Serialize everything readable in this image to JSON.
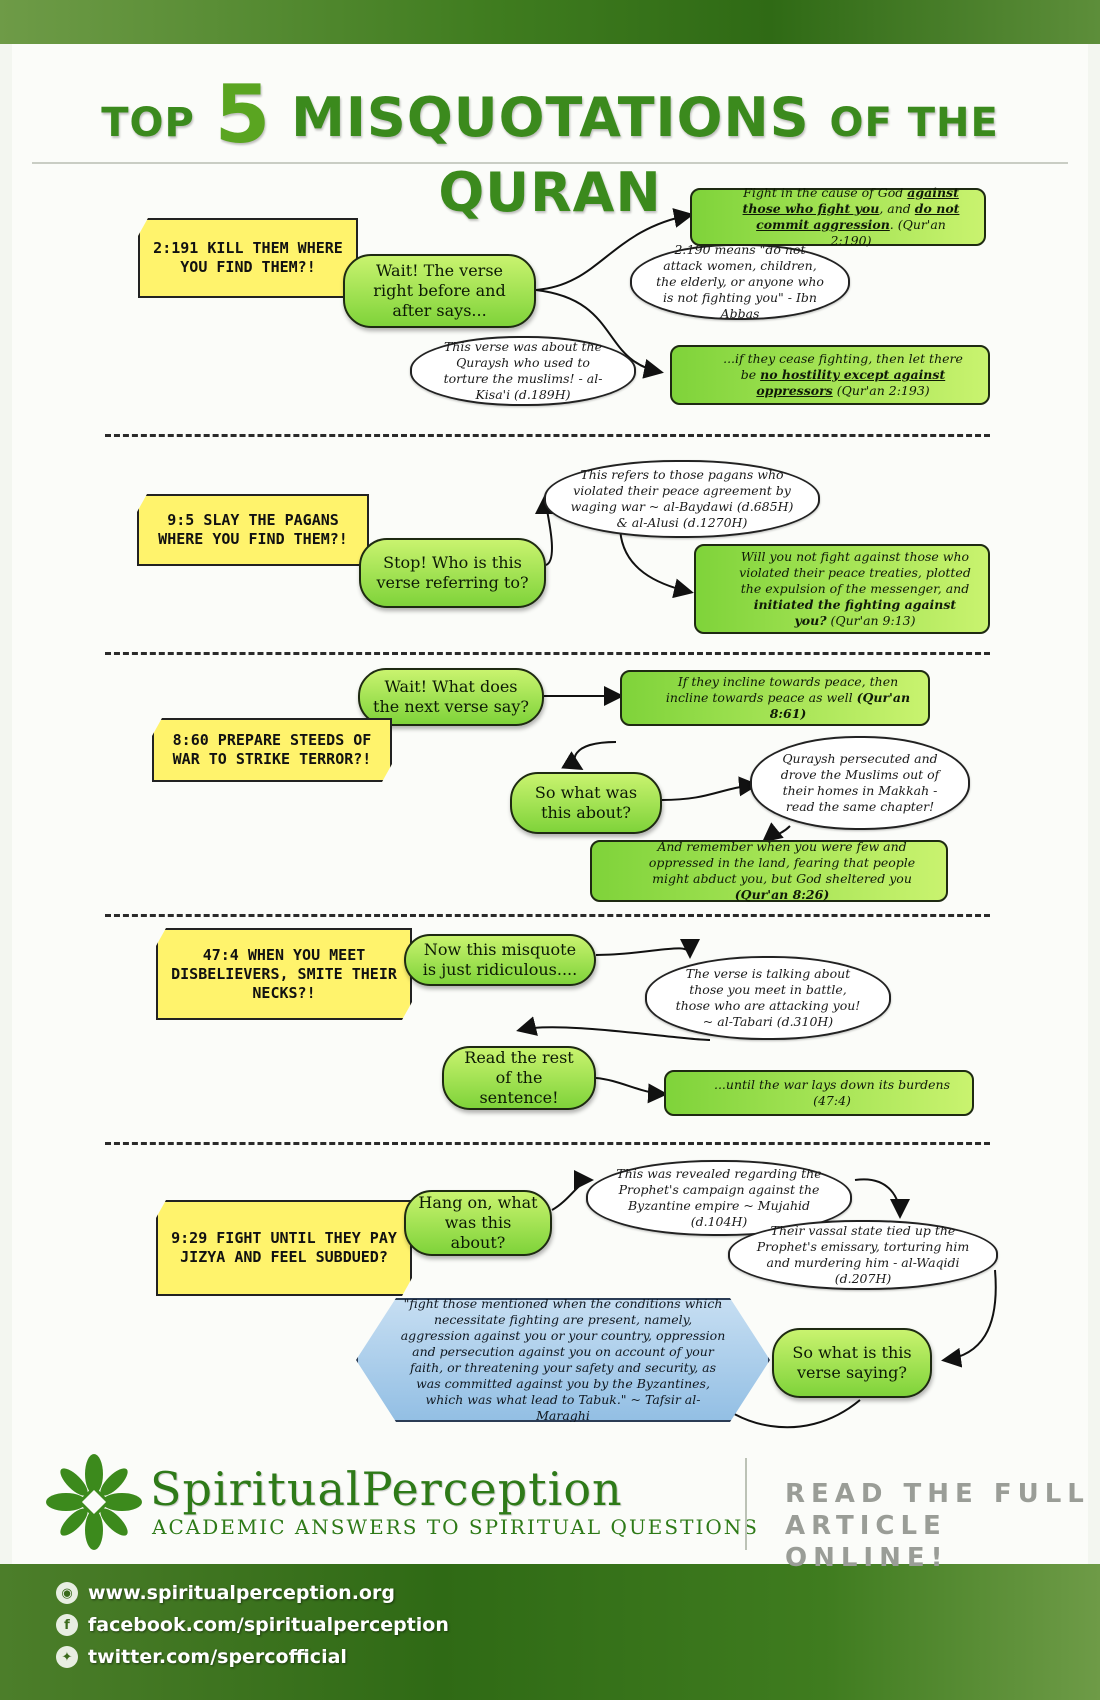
{
  "title": {
    "prefix": "TOP",
    "number": "5",
    "main": "MISQUOTATIONS",
    "of_the": "OF THE",
    "end": "QURAN"
  },
  "sections": [
    {
      "claim": "2:191 KILL THEM WHERE YOU FIND THEM?!",
      "response": "Wait! The verse right before and after says...",
      "quote1": {
        "pre": "Fight in the cause of God ",
        "b1": "against those who fight you",
        "mid": ", and ",
        "b2": "do not commit aggression",
        "post": ". (Qur'an 2:190)"
      },
      "cloud1": "2:190 means \"do not attack women, children, the elderly, or anyone who is not fighting you\" - Ibn Abbas",
      "cloud2": "This verse was about the Quraysh who used to torture the muslims! - al-Kisa'i (d.189H)",
      "quote2": {
        "pre": "...if they cease fighting, then let there be ",
        "b1": "no hostility except against oppressors",
        "post": " (Qur'an 2:193)"
      }
    },
    {
      "claim": "9:5 SLAY THE PAGANS WHERE YOU FIND THEM?!",
      "response": "Stop! Who is this verse referring to?",
      "cloud1": "This refers to those pagans who violated their peace agreement by waging war ~ al-Baydawi (d.685H) & al-Alusi (d.1270H)",
      "quote1": {
        "pre": "Will you not fight against those who violated their peace treaties, plotted the expulsion of the messenger, and ",
        "b1": "initiated the fighting against you?",
        "post": " (Qur'an 9:13)"
      }
    },
    {
      "claim": "8:60 PREPARE STEEDS OF WAR TO STRIKE TERROR?!",
      "response1": "Wait! What does the next verse say?",
      "quote1": {
        "pre": "If they incline towards peace, then incline towards peace as well ",
        "b1": "(Qur'an 8:61)"
      },
      "response2": "So what was this about?",
      "cloud1": "Quraysh persecuted and drove the Muslims out of their homes in Makkah - read the same chapter!",
      "quote2": {
        "pre": "And remember when you were few and oppressed in the land, fearing that people might abduct you, but God sheltered you ",
        "b1": "(Qur'an 8:26)"
      }
    },
    {
      "claim": "47:4 WHEN YOU MEET DISBELIEVERS, SMITE THEIR NECKS?!",
      "response1": "Now this misquote is just ridiculous....",
      "cloud1": "The verse is talking about those you meet in battle, those who are attacking you! ~ al-Tabari (d.310H)",
      "response2": "Read the rest of the sentence!",
      "quote1": "...until the war lays down its burdens (47:4)"
    },
    {
      "claim": "9:29 FIGHT UNTIL THEY PAY JIZYA AND FEEL SUBDUED?",
      "response1": "Hang on, what was this about?",
      "cloud1": "This was revealed regarding the Prophet's campaign against the Byzantine empire ~ Mujahid (d.104H)",
      "cloud2": "Their vassal state tied up the Prophet's emissary, torturing him and murdering him - al-Waqidi (d.207H)",
      "response2": "So what is this verse saying?",
      "octagon": "\"fight those mentioned when the conditions which necessitate fighting are present, namely, aggression against you or your country, oppression and persecution against you on account of your faith, or threatening your safety and security, as was committed against you by the Byzantines, which was what lead to Tabuk.\" ~ Tafsir al-Maraghi"
    }
  ],
  "footer": {
    "brand": "SpiritualPerception",
    "tagline": "ACADEMIC ANSWERS TO SPIRITUAL QUESTIONS",
    "read_more_1": "READ THE FULL",
    "read_more_2": "ARTICLE ONLINE!",
    "links": [
      "www.spiritualperception.org",
      "facebook.com/spiritualperception",
      "twitter.com/spercofficial"
    ]
  },
  "colors": {
    "title_green": "#3b8a1d",
    "bubble_green": "#7fd33a",
    "claim_yellow": "#fff36c",
    "octagon_blue": "#93bfe4"
  }
}
